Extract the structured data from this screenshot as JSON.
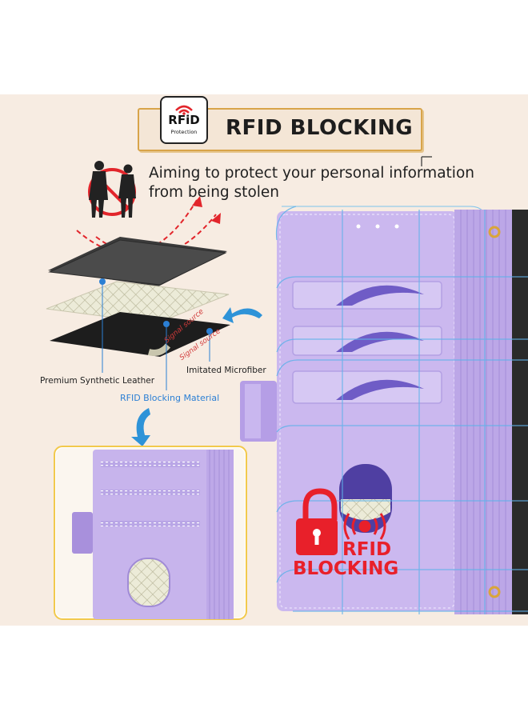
{
  "header": {
    "badge_title": "RFiD",
    "badge_subtitle": "Protection",
    "banner_title": "RFID BLOCKING",
    "subtitle": "Aiming to protect your personal information from being stolen"
  },
  "layers": {
    "premium_label": "Premium Synthetic Leather",
    "microfiber_label": "Imitated Microfiber",
    "rfid_material_label": "RFID Blocking Material",
    "signal_label_1": "Signal source",
    "signal_label_2": "Signal source"
  },
  "overlay": {
    "rfid_title": "RFID",
    "rfid_subtitle": "BLOCKING"
  },
  "colors": {
    "accent_red": "#e8202a",
    "accent_blue": "#2b7fd4",
    "wallet_purple": "#c9b6ee",
    "banner_gold": "#d8a44a",
    "background": "#f7ece2"
  },
  "icons": [
    "rfid-badge-icon",
    "no-thief-icon",
    "padlock-icon",
    "signal-icon",
    "arrow-left-icon",
    "arrow-down-icon"
  ]
}
